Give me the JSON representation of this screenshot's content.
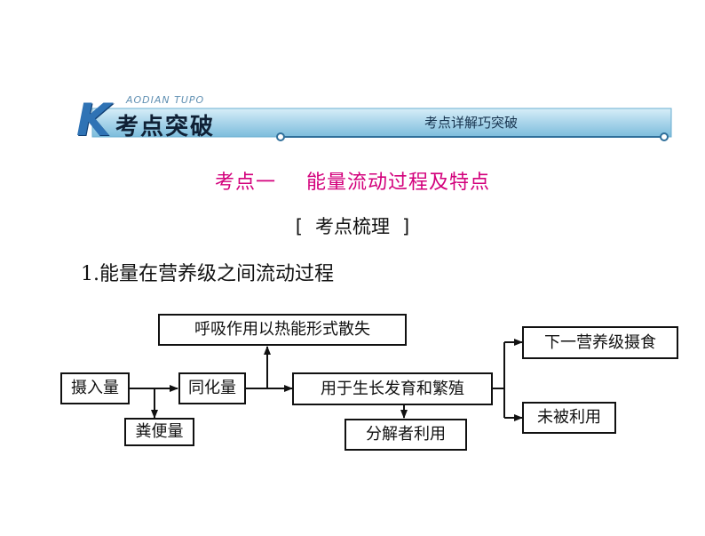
{
  "banner": {
    "small_text": "AODIAN TUPO",
    "letter": "K",
    "title": "考点突破",
    "right_text": "考点详解巧突破"
  },
  "heading": {
    "number": "考点一",
    "topic": "能量流动过程及特点"
  },
  "subheading": {
    "open": "[",
    "text": "考点梳理",
    "close": "]"
  },
  "item_title": "1.能量在营养级之间流动过程",
  "diagram": {
    "nodes": {
      "intake": "摄入量",
      "assimilation": "同化量",
      "feces": "粪便量",
      "respiration": "呼吸作用以热能形式散失",
      "growth": "用于生长发育和繁殖",
      "decomposer": "分解者利用",
      "next_level": "下一营养级摄食",
      "unused": "未被利用"
    }
  },
  "colors": {
    "heading": "#d3007c",
    "banner_blue": "#2f73b5",
    "banner_bar": "#a8d4ea"
  }
}
